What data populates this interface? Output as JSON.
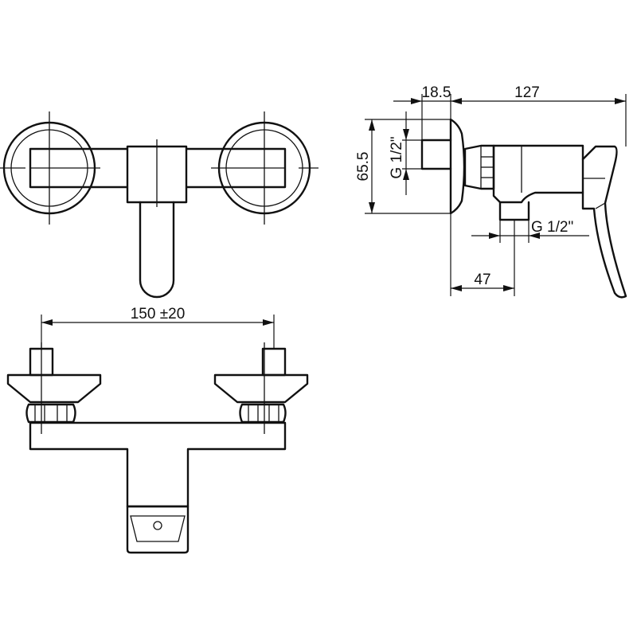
{
  "dimensions": {
    "inlet_spacing": "150 ±20",
    "wall_to_outlet_depth": "18.5",
    "overall_depth": "127",
    "body_height": "65.5",
    "outlet_offset": "47"
  },
  "thread_labels": {
    "inlet_thread": "G 1/2\"",
    "outlet_thread": "G 1/2\""
  }
}
